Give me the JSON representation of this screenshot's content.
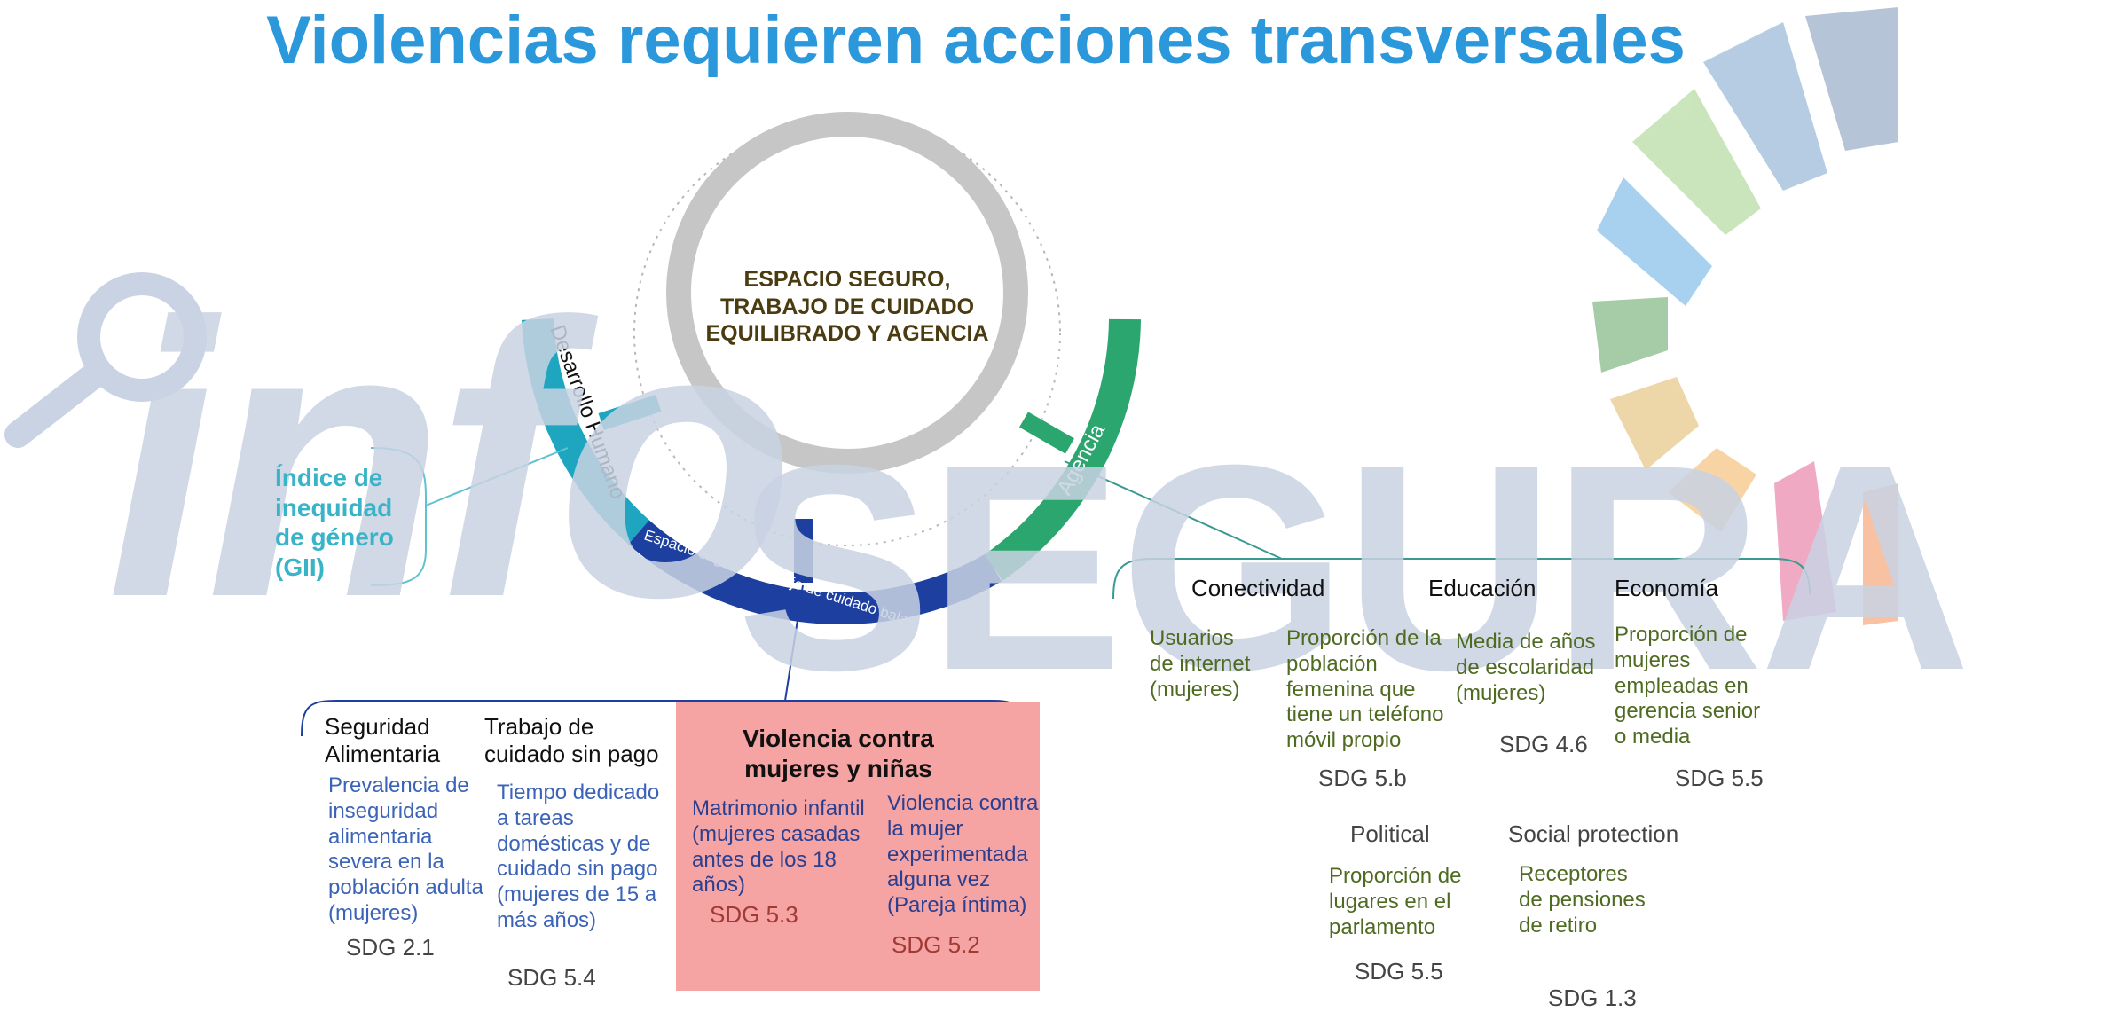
{
  "title": "Violencias requieren acciones transversales",
  "watermark": {
    "part1": "info",
    "part2": "SEGURA",
    "color": "#c9d3e3"
  },
  "center": {
    "label": "ESPACIO SEGURO,\nTRABAJO DE CUIDADO\nEQUILIBRADO Y AGENCIA"
  },
  "arcs": {
    "desarrollo": "Desarrollo Humano",
    "espacio": "Espacio seguro y trabajo de cuidado balanceado",
    "agencia": "Agencia",
    "colors": {
      "teal": "#1ea6c0",
      "navy": "#1d3fa0",
      "green": "#2aa66e"
    }
  },
  "gii": {
    "label": "Índice de\ninequidad\nde género\n(GII)"
  },
  "columns": {
    "seguridad": {
      "heading": "Seguridad\nAlimentaria",
      "indicator": "Prevalencia de\ninseguridad\nalimentaria\nsevera en la\npoblación adulta\n(mujeres)",
      "sdg": "SDG 2.1"
    },
    "trabajo": {
      "heading": "Trabajo de\ncuidado sin pago",
      "indicator": "Tiempo dedicado\na tareas\ndomésticas y de\ncuidado sin pago\n(mujeres de 15 a\nmás años)",
      "sdg": "SDG 5.4"
    },
    "violencia": {
      "heading": "Violencia  contra\nmujeres y niñas",
      "ind1": "Matrimonio infantil\n(mujeres casadas\nantes de los 18\naños)",
      "sdg1": "SDG 5.3",
      "ind2": "Violencia contra\nla mujer\nexperimentada\nalguna vez\n(Pareja íntima)",
      "sdg2": "SDG 5.2",
      "bg": "#f5a3a3"
    }
  },
  "agencia_groups": {
    "conectividad": {
      "heading": "Conectividad",
      "ind1": "Usuarios\nde internet\n(mujeres)",
      "ind2": "Proporción de la\npoblación\nfemenina que\ntiene un teléfono\nmóvil propio",
      "sdg": "SDG 5.b"
    },
    "educacion": {
      "heading": "Educación",
      "ind": "Media de años\nde escolaridad\n(mujeres)",
      "sdg": "SDG 4.6"
    },
    "economia": {
      "heading": "Economía",
      "ind": "Proporción de\nmujeres\nempleadas en\ngerencia senior\no media",
      "sdg": "SDG 5.5"
    },
    "political": {
      "heading": "Political",
      "ind": "Proporción de\nlugares en el\nparlamento",
      "sdg": "SDG 5.5"
    },
    "social": {
      "heading": "Social protection",
      "ind": "Receptores\nde pensiones\nde retiro",
      "sdg": "SDG 1.3"
    }
  }
}
